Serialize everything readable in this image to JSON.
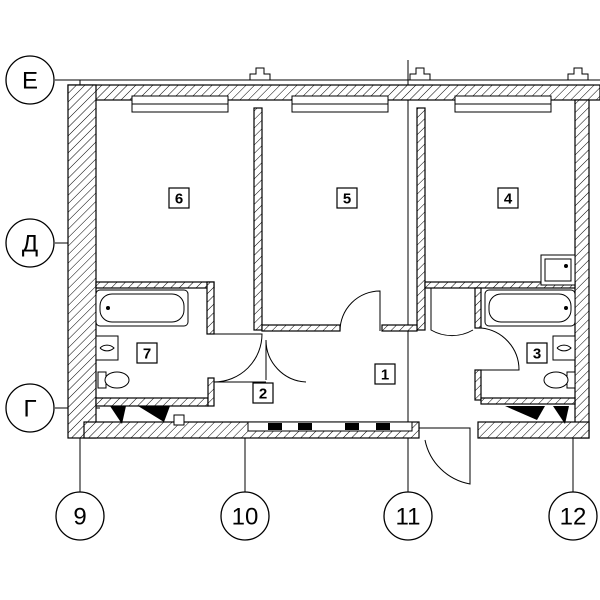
{
  "axes": {
    "rows": [
      {
        "id": "E",
        "label": "Е"
      },
      {
        "id": "D",
        "label": "Д"
      },
      {
        "id": "G",
        "label": "Г"
      }
    ],
    "columns": [
      {
        "id": "c9",
        "label": "9"
      },
      {
        "id": "c10",
        "label": "10"
      },
      {
        "id": "c11",
        "label": "11"
      },
      {
        "id": "c12",
        "label": "12"
      }
    ]
  },
  "rooms": [
    {
      "id": "r1",
      "label": "1"
    },
    {
      "id": "r2",
      "label": "2"
    },
    {
      "id": "r3",
      "label": "3"
    },
    {
      "id": "r4",
      "label": "4"
    },
    {
      "id": "r5",
      "label": "5"
    },
    {
      "id": "r6",
      "label": "6"
    },
    {
      "id": "r7",
      "label": "7"
    }
  ],
  "colors": {
    "ink": "#000000",
    "background": "#ffffff"
  }
}
